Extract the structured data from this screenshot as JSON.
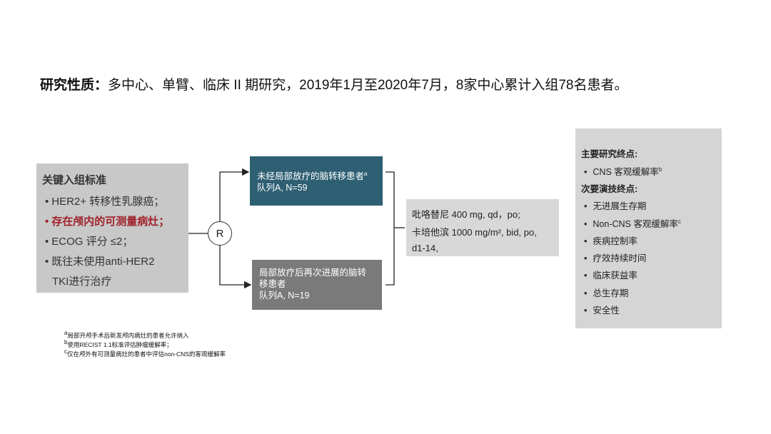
{
  "title": {
    "label": "研究性质：",
    "text": "多中心、单臂、临床 II 期研究，2019年1月至2020年7月，8家中心累计入组78名患者。"
  },
  "criteria": {
    "heading": "关键入组标准",
    "items": [
      "HER2+ 转移性乳腺癌；",
      "存在颅内的可测量病灶；",
      "ECOG 评分 ≤2；",
      "既往未使用anti-HER2",
      "TKI进行治疗"
    ]
  },
  "randomization": {
    "label": "R"
  },
  "arm_a": {
    "line1": "未经局部放疗的脑转移患者",
    "sup": "a",
    "line2": "队列A, N=59"
  },
  "arm_b": {
    "line1": "局部放疗后再次进展的脑转",
    "line2": "移患者",
    "line3": "队列A, N=19"
  },
  "treatment": {
    "line1": "吡咯替尼 400 mg, qd，po;",
    "line2": "卡培他滨 1000 mg/m², bid, po,",
    "line3": "d1-14,"
  },
  "endpoints": {
    "primary_heading": "主要研究终点:",
    "primary_items": [
      {
        "text": "CNS 客观缓解率",
        "sup": "b"
      }
    ],
    "secondary_heading": "次要演技终点:",
    "secondary_items": [
      {
        "text": "无进展生存期",
        "sup": ""
      },
      {
        "text": "Non-CNS 客观缓解率",
        "sup": "c"
      },
      {
        "text": "疾病控制率",
        "sup": ""
      },
      {
        "text": "疗效持续时间",
        "sup": ""
      },
      {
        "text": "临床获益率",
        "sup": ""
      },
      {
        "text": "总生存期",
        "sup": ""
      },
      {
        "text": "安全性",
        "sup": ""
      }
    ]
  },
  "footnotes": [
    {
      "sup": "a",
      "text": "局部开颅手术后新发颅内病灶的患者允许纳入"
    },
    {
      "sup": "b",
      "text": "使用RECIST 1.1标准评估肿瘤缓解率；"
    },
    {
      "sup": "c",
      "text": "仅在颅外有可测量病灶的患者中评估non-CNS的客观缓解率"
    }
  ],
  "colors": {
    "arm_a_bg": "#2e5f73",
    "arm_b_bg": "#7a7a7a",
    "highlight_red": "#a1222b"
  }
}
